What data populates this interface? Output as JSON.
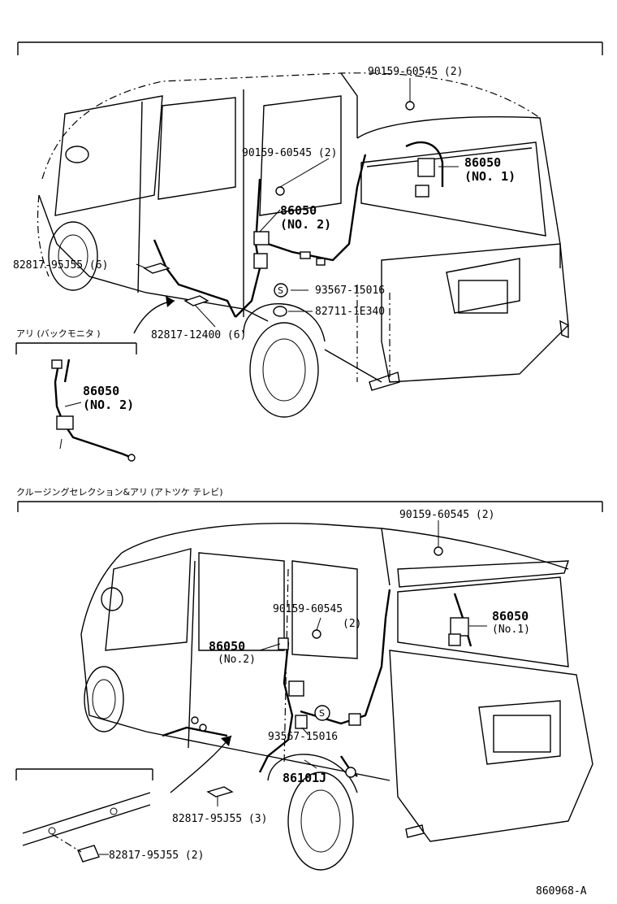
{
  "diagram_code": "860968-A",
  "top_section": {
    "parts": [
      {
        "label": "90159-60545 (2)"
      },
      {
        "label": "90159-60545 (2)"
      },
      {
        "label": "86050",
        "sub": "(NO. 1)"
      },
      {
        "label": "86050",
        "sub": "(NO. 2)"
      },
      {
        "label": "82817-95J55 (6)"
      },
      {
        "label": "93567-15016"
      },
      {
        "label": "82711-1E340"
      },
      {
        "label": "82817-12400 (6)"
      }
    ],
    "inset_title": "アリ (バックモニタ  )",
    "inset_part": {
      "label": "86050",
      "sub": "(NO. 2)"
    }
  },
  "bottom_section": {
    "title": "クルージングセレクション&アリ (アトツケ テレビ)",
    "parts": [
      {
        "label": "90159-60545 (2)"
      },
      {
        "label": "90159-60545",
        "sub": "(2)"
      },
      {
        "label": "86050",
        "sub": "(No.1)"
      },
      {
        "label": "86050",
        "sub": "(No.2)"
      },
      {
        "label": "93567-15016"
      },
      {
        "label": "86101J"
      },
      {
        "label": "82817-95J55 (3)"
      },
      {
        "label": "82817-95J55 (2)"
      }
    ]
  }
}
